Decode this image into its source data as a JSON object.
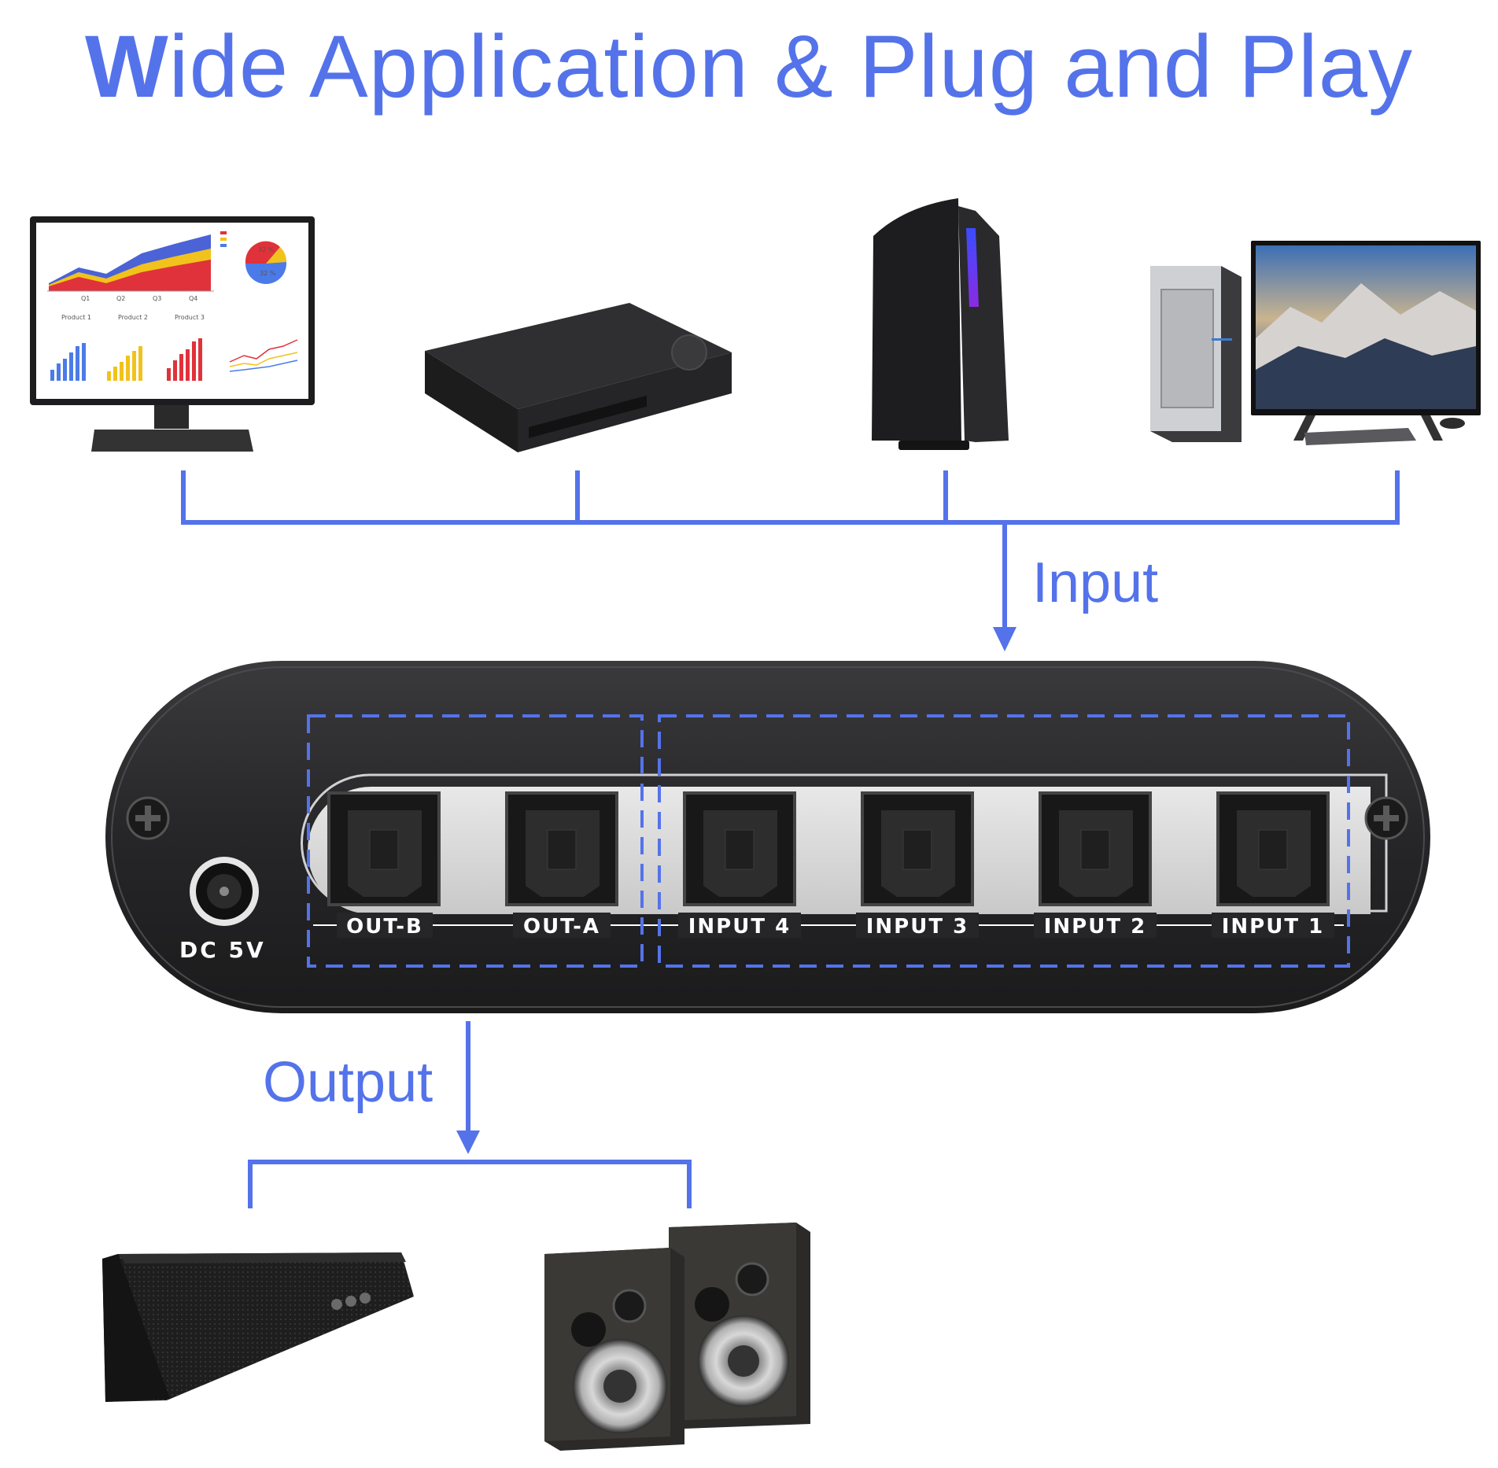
{
  "title": {
    "first_letter": "W",
    "rest": "ide Application & Plug and Play"
  },
  "labels": {
    "input": "Input",
    "output": "Output"
  },
  "device": {
    "power_label": "DC 5V",
    "ports": [
      "OUT-B",
      "OUT-A",
      "INPUT 4",
      "INPUT 3",
      "INPUT 2",
      "INPUT 1"
    ]
  },
  "monitor_screen": {
    "quarters": [
      "Q1",
      "Q2",
      "Q3",
      "Q4"
    ],
    "products": [
      "Product 1",
      "Product 2",
      "Product 3"
    ],
    "pie_values": [
      "32 %",
      "32 %"
    ]
  },
  "input_devices": [
    "computer monitor",
    "blu-ray player",
    "game console",
    "desktop pc with monitor"
  ],
  "output_devices": [
    "soundbar",
    "bookshelf speakers"
  ],
  "colors": {
    "accent": "#5473ea",
    "device_body": "#2a2a2c",
    "panel": "#d9d9d9"
  }
}
